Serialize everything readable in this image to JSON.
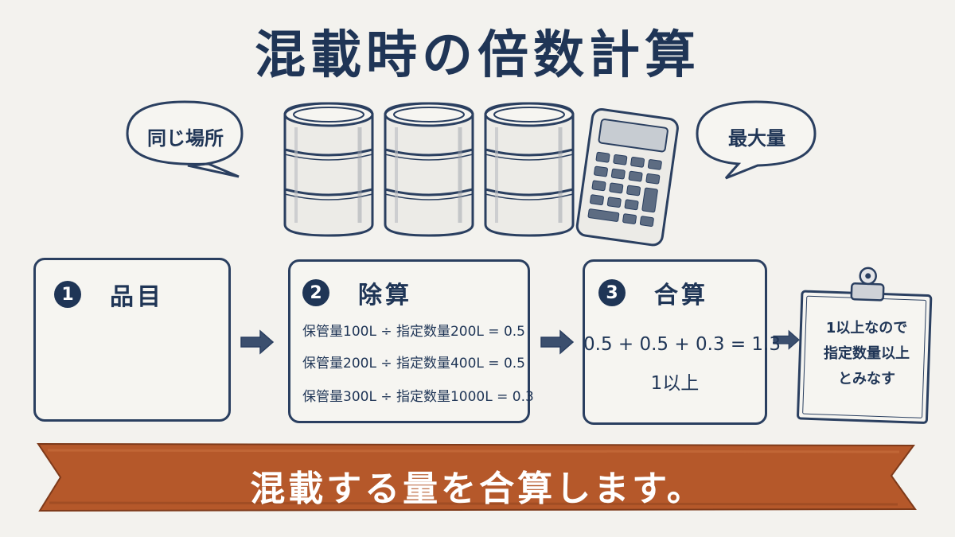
{
  "title": "混載時の倍数計算",
  "bubbles": {
    "left": "同じ場所",
    "right": "最大量"
  },
  "steps": [
    {
      "number": "1",
      "label": "品目"
    },
    {
      "number": "2",
      "label": "除算"
    },
    {
      "number": "3",
      "label": "合算"
    }
  ],
  "division_lines": [
    "保管量100L ÷ 指定数量200L = 0.5",
    "保管量200L ÷ 指定数量400L = 0.5",
    "保管量300L ÷ 指定数量1000L = 0.3"
  ],
  "sum": {
    "equation": "0.5 + 0.5 + 0.3 = 1.3",
    "result": "1以上"
  },
  "clipboard_note": [
    "1以上なので",
    "指定数量以上",
    "とみなす"
  ],
  "banner": "混載する量を合算します。",
  "colors": {
    "navy": "#1f3556",
    "banner": "#b5582a",
    "background": "#f3f2ee"
  },
  "icons": [
    "barrel-icon",
    "calculator-icon",
    "arrow-right-icon",
    "clipboard-icon"
  ]
}
